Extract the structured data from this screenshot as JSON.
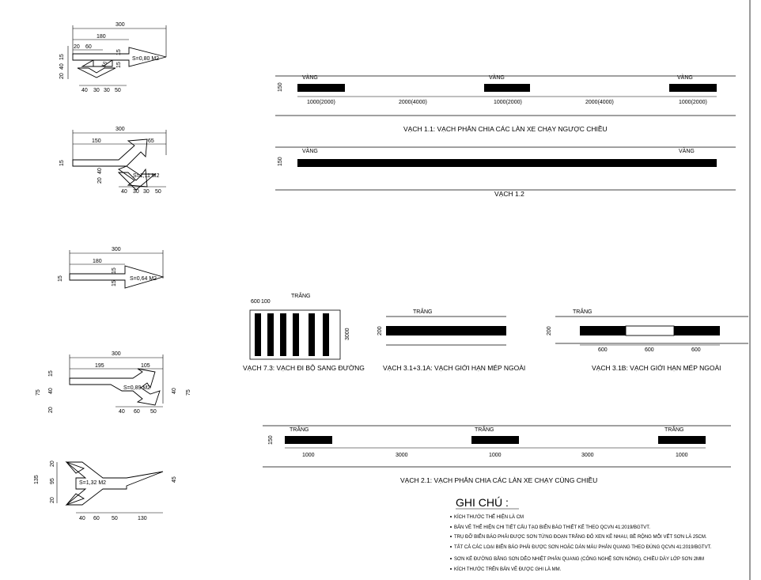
{
  "arrows": {
    "a1": {
      "d300": "300",
      "d180": "180",
      "d20": "20",
      "d60": "60",
      "d15a": "15",
      "d40": "40",
      "d15b": "15",
      "d20b": "20",
      "d15c": "15",
      "d15d": "15",
      "d15e": "15",
      "area": "S=0,80 M2",
      "b40": "40",
      "b30a": "30",
      "b30b": "30",
      "b50": "50"
    },
    "a2": {
      "d300": "300",
      "d150": "150",
      "d65": "65",
      "d15": "15",
      "d20": "20",
      "d40": "40",
      "area": "S=1,11 M2",
      "b40": "40",
      "b30a": "30",
      "b30b": "30",
      "b50": "50"
    },
    "a3": {
      "d300": "300",
      "d180": "180",
      "d15a": "15",
      "d15b": "15",
      "d15c": "15",
      "area": "S=0,64 M2"
    },
    "a4": {
      "d300": "300",
      "d195": "195",
      "d105": "105",
      "d15": "15",
      "d75a": "75",
      "d40a": "40",
      "d40b": "40",
      "d75b": "75",
      "d20": "20",
      "area": "S=0,89 M2",
      "b40": "40",
      "b60": "60",
      "b50": "50"
    },
    "a5": {
      "d135": "135",
      "d20a": "20",
      "d95": "95",
      "d20b": "20",
      "d45": "45",
      "area": "S=1,32 M2",
      "b40": "40",
      "b60": "60",
      "b50": "50",
      "b130": "130"
    }
  },
  "markings": {
    "v11": {
      "height": "150",
      "color": "VÀNG",
      "dims": [
        "1000(2000)",
        "2000(4000)",
        "1000(2000)",
        "2000(4000)",
        "1000(2000)"
      ],
      "caption": "VẠCH 1.1: VẠCH PHÂN CHIA CÁC LÀN XE CHẠY NGƯỢC CHIỀU"
    },
    "v12": {
      "height": "150",
      "color": "VÀNG",
      "caption": "VẠCH 1.2"
    },
    "v73": {
      "dim600": "600",
      "dim100": "100",
      "color": "TRẮNG",
      "dim3000": "3000",
      "caption": "VẠCH 7.3: VẠCH ĐI BỘ SANG ĐƯỜNG"
    },
    "v31": {
      "height": "200",
      "color": "TRẮNG",
      "caption": "VẠCH 3.1+3.1A: VẠCH GIỚI HẠN MÉP NGOÀI"
    },
    "v31b": {
      "height": "200",
      "color": "TRẮNG",
      "dims": [
        "600",
        "600",
        "600"
      ],
      "caption": "VẠCH 3.1B: VẠCH GIỚI HẠN MÉP NGOÀI"
    },
    "v21": {
      "height": "150",
      "color": "TRẮNG",
      "dims": [
        "1000",
        "3000",
        "1000",
        "3000",
        "1000"
      ],
      "caption": "VẠCH 2.1: VẠCH PHÂN CHIA CÁC LÀN XE CHẠY  CÙNG CHIỀU"
    }
  },
  "notes": {
    "title": "GHI CHÚ :",
    "items": [
      "KÍCH THƯỚC THỂ HIỆN LÀ CM",
      "BẢN VẼ THỂ HIỆN CHI TIẾT CẤU TẠO BIỂN BÁO THIẾT KẾ THEO QCVN 41:2019/BGTVT.",
      "TRỤ ĐỠ BIỂN BÁO PHẢI ĐƯỢC SƠN TỪNG ĐOẠN TRẮNG ĐỎ XEN KẼ NHAU, BỀ RỘNG MỖI VẾT SƠN LÀ 25CM.",
      "TẤT CẢ CÁC LOẠI BIỂN BÁO PHẢI ĐƯỢC SƠN HOẶC DÁN MÀU PHẢN QUANG THEO ĐÚNG QCVN 41:2019/BGTVT.",
      "SƠN KẺ ĐƯỜNG BẰNG SƠN DẺO NHIỆT PHẢN QUANG (CÔNG NGHỆ SƠN NÓNG), CHIỀU DÀY LỚP SƠN 2MM",
      "KÍCH THƯỚC TRÊN BẢN VẼ ĐƯỢC GHI LÀ MM."
    ]
  }
}
